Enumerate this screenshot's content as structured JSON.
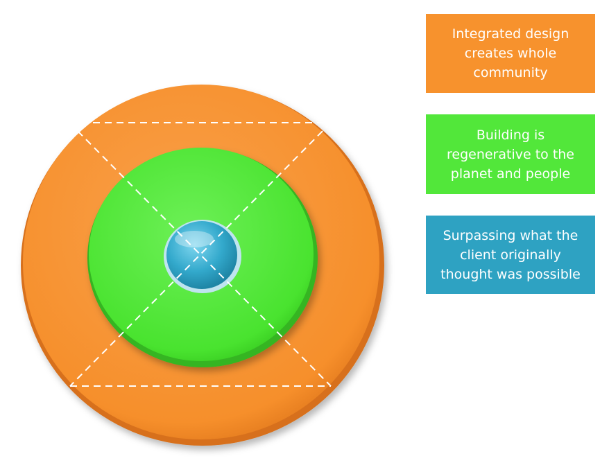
{
  "colors": {
    "outer": "#f7922d",
    "middle": "#52e73a",
    "inner": "#2ea2c2"
  },
  "legend": [
    {
      "id": "outer",
      "text": "Integrated design creates whole community",
      "color": "#f7922d"
    },
    {
      "id": "middle",
      "text": "Building is regenerative to the planet and people",
      "color": "#52e73a"
    },
    {
      "id": "inner",
      "text": "Surpassing what the client originally thought was possible",
      "color": "#2ea2c2"
    }
  ]
}
